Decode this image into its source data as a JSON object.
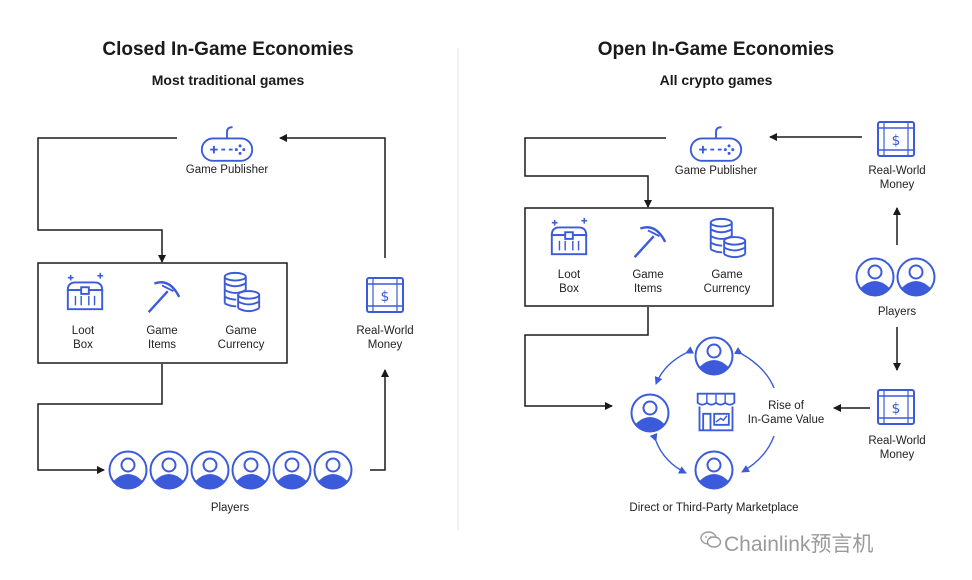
{
  "closed": {
    "title": "Closed In-Game Economies",
    "subtitle": "Most traditional games",
    "publisher": "Game Publisher",
    "items": [
      "Loot\nBox",
      "Game\nItems",
      "Game\nCurrency"
    ],
    "money": "Real-World\nMoney",
    "players": "Players",
    "player_count": 6
  },
  "open": {
    "title": "Open In-Game Economies",
    "subtitle": "All crypto games",
    "publisher": "Game Publisher",
    "items": [
      "Loot\nBox",
      "Game\nItems",
      "Game\nCurrency"
    ],
    "money_top": "Real-World\nMoney",
    "players": "Players",
    "money_bottom": "Real-World\nMoney",
    "rise": "Rise of\nIn-Game Value",
    "marketplace": "Direct or Third-Party Marketplace"
  },
  "watermark": "Chainlink预言机",
  "colors": {
    "accent": "#3b5bdb",
    "line": "#1a1a1a",
    "divider": "#e6e6e6"
  },
  "icons": [
    "gamepad-icon",
    "loot-box-icon",
    "pickaxe-icon",
    "coin-stack-icon",
    "money-icon",
    "player-icon",
    "storefront-icon",
    "chat-bubble-icon"
  ]
}
